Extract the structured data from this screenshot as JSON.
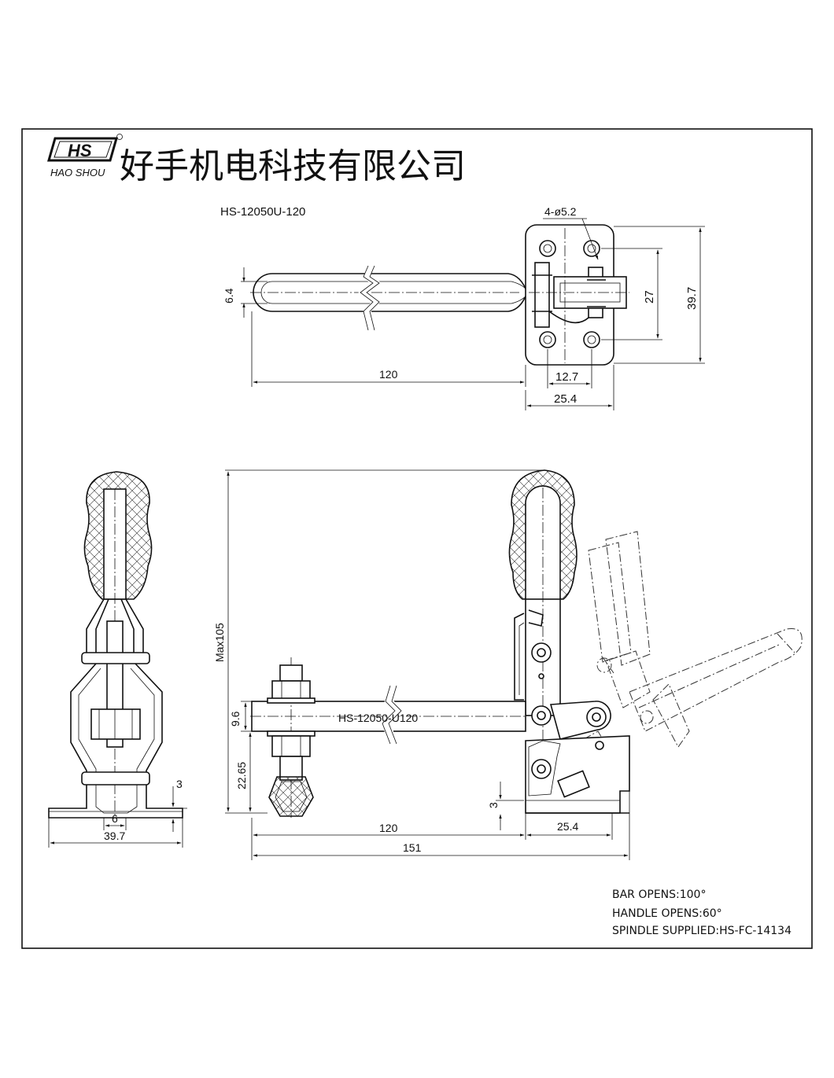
{
  "company": {
    "logo_text": "HS",
    "logo_sub": "HAO SHOU",
    "name_cn": "好手机电科技有限公司"
  },
  "model": "HS-12050U-120",
  "top_view": {
    "hole_spec": "4-ø5.2",
    "dims": {
      "bar_width": "6.4",
      "bar_length": "120",
      "hole_pitch_x": "12.7",
      "base_width": "25.4",
      "hole_pitch_y": "27",
      "base_length": "39.7"
    }
  },
  "side_view": {
    "bar_label": "HS-12050-U120",
    "dims": {
      "max_height": "Max105",
      "bar_thickness": "9.6",
      "bar_height": "22.65",
      "base_thickness": "3",
      "bar_length": "120",
      "base_width": "25.4",
      "total_length": "151"
    }
  },
  "end_view": {
    "dims": {
      "base_thickness": "3",
      "web": "6",
      "base_width": "39.7"
    }
  },
  "notes": [
    "BAR OPENS:100°",
    "HANDLE OPENS:60°",
    "SPINDLE SUPPLIED:HS-FC-14134"
  ]
}
